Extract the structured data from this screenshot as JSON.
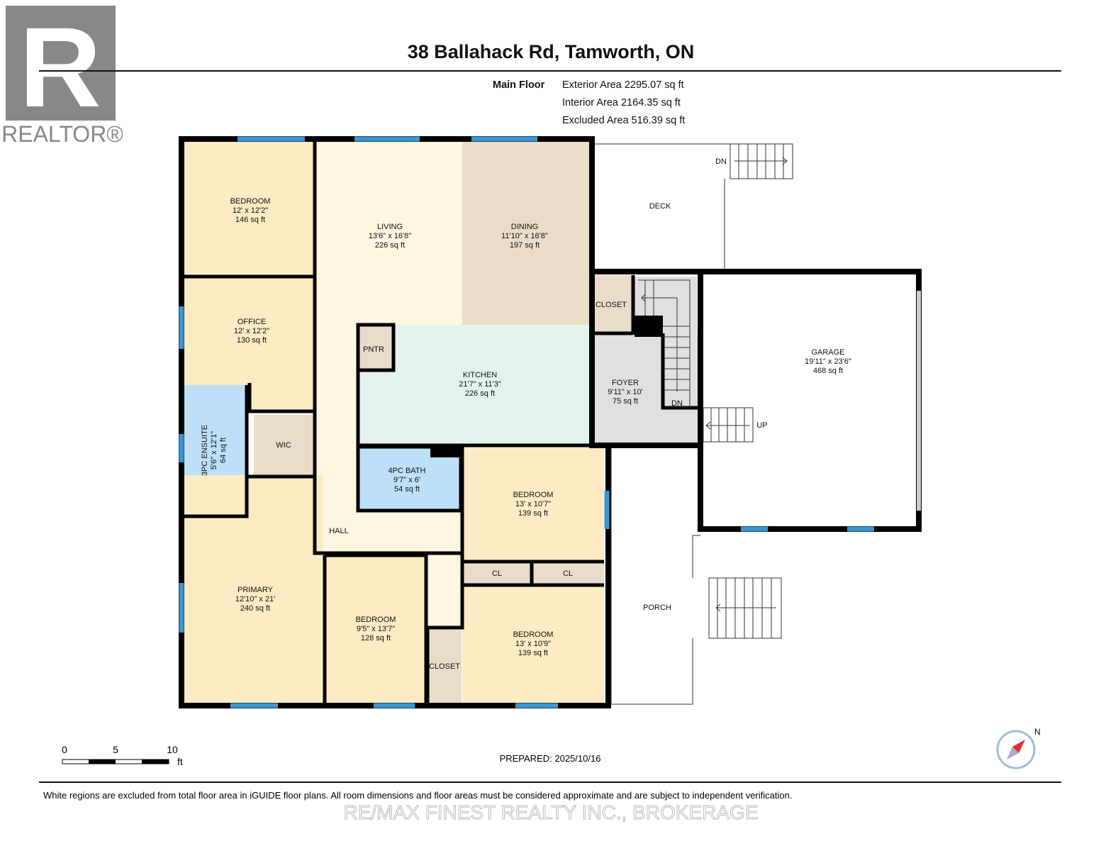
{
  "header": {
    "title": "38 Ballahack Rd, Tamworth, ON",
    "floor": "Main Floor",
    "exterior_area": "Exterior Area 2295.07 sq ft",
    "interior_area": "Interior Area 2164.35 sq ft",
    "excluded_area": "Excluded Area 516.39 sq ft"
  },
  "logo": {
    "text": "REALTOR®",
    "letter": "R"
  },
  "rooms": [
    {
      "name": "BEDROOM",
      "dims": "12' x 12'2\"",
      "area": "146 sq ft"
    },
    {
      "name": "LIVING",
      "dims": "13'6\" x 16'8\"",
      "area": "226 sq ft"
    },
    {
      "name": "DINING",
      "dims": "11'10\" x 16'8\"",
      "area": "197 sq ft"
    },
    {
      "name": "OFFICE",
      "dims": "12' x 12'2\"",
      "area": "130 sq ft"
    },
    {
      "name": "KITCHEN",
      "dims": "21'7\" x 11'3\"",
      "area": "226 sq ft"
    },
    {
      "name": "3PC ENSUITE",
      "dims": "5'6\" x 12'1\"",
      "area": "64 sq ft"
    },
    {
      "name": "4PC BATH",
      "dims": "9'7\" x 6'",
      "area": "54 sq ft"
    },
    {
      "name": "BEDROOM",
      "dims": "13' x 10'7\"",
      "area": "139 sq ft"
    },
    {
      "name": "PRIMARY",
      "dims": "12'10\" x 21'",
      "area": "240 sq ft"
    },
    {
      "name": "BEDROOM",
      "dims": "9'5\" x 13'7\"",
      "area": "128 sq ft"
    },
    {
      "name": "BEDROOM",
      "dims": "13' x 10'9\"",
      "area": "139 sq ft"
    },
    {
      "name": "FOYER",
      "dims": "9'11\" x 10'",
      "area": "75 sq ft"
    },
    {
      "name": "GARAGE",
      "dims": "19'11\" x 23'6\"",
      "area": "468 sq ft"
    }
  ],
  "labels": {
    "pntr": "PNTR",
    "wic": "WIC",
    "hall": "HALL",
    "cl": "CL",
    "closet": "CLOSET",
    "deck": "DECK",
    "porch": "PORCH",
    "dn": "DN",
    "up": "UP"
  },
  "scale": {
    "t0": "0",
    "t5": "5",
    "t10": "10",
    "unit": "ft"
  },
  "prepared": "PREPARED: 2025/10/16",
  "compass": {
    "label": "N"
  },
  "disclaimer": "White regions are excluded from total floor area in iGUIDE floor plans. All room dimensions and floor areas must be considered approximate and are subject to independent verification.",
  "watermark": "RE/MAX FINEST REALTY INC., BROKERAGE",
  "colors": {
    "bedroom": "#fcebc3",
    "living": "#fef6e0",
    "dining": "#ebdcc8",
    "kitchen": "#e3f2ec",
    "bath": "#bde0f8",
    "storage": "#e9dccb",
    "foyer": "#e0e0e0",
    "window": "#3a96d0"
  }
}
